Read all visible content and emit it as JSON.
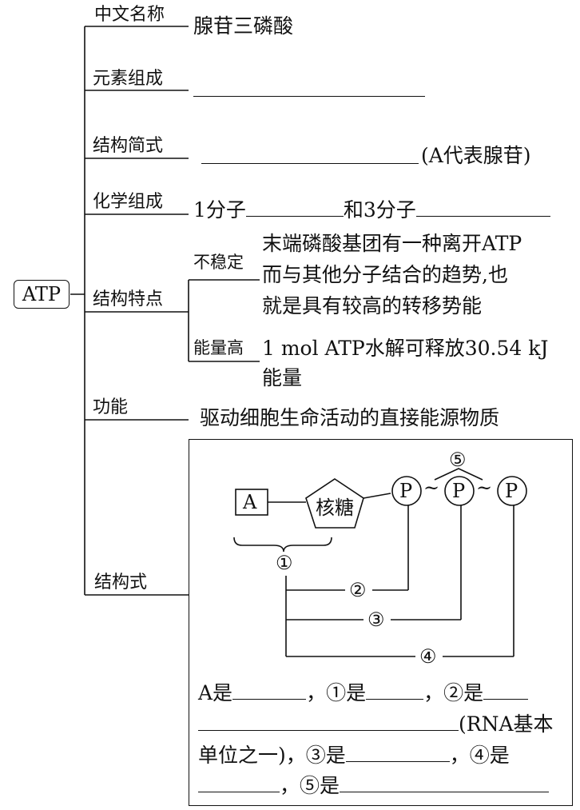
{
  "root": {
    "label": "ATP"
  },
  "branches": [
    {
      "key": "name",
      "label": "中文名称",
      "value": "腺苷三磷酸"
    },
    {
      "key": "elements",
      "label": "元素组成"
    },
    {
      "key": "formula",
      "label": "结构简式",
      "note": "(A代表腺苷)"
    },
    {
      "key": "composition",
      "label": "化学组成",
      "part1": "1分子",
      "part2": "和3分子"
    },
    {
      "key": "features",
      "label": "结构特点"
    },
    {
      "key": "function",
      "label": "功能",
      "value": "驱动细胞生命活动的直接能源物质"
    },
    {
      "key": "structure",
      "label": "结构式"
    }
  ],
  "features": {
    "unstable": {
      "label": "不稳定",
      "lines": [
        "末端磷酸基团有一种离开ATP",
        "而与其他分子结合的趋势,也",
        "就是具有较高的转移势能"
      ]
    },
    "high_energy": {
      "label": "能量高",
      "lines": [
        "1 mol ATP水解可释放30.54 kJ",
        "能量"
      ]
    }
  },
  "structure_diagram": {
    "adenine": "A",
    "ribose": "核糖",
    "phosphate": "P",
    "tilde": "~",
    "markers": [
      "①",
      "②",
      "③",
      "④",
      "⑤"
    ]
  },
  "questions": {
    "line1": {
      "a": "A是",
      "b": "，①是",
      "c": "，②是"
    },
    "line2": {
      "a": "(RNA基本"
    },
    "line3": {
      "a": "单位之一)，③是",
      "b": "，④是"
    },
    "line4": {
      "a": "，⑤是"
    }
  }
}
